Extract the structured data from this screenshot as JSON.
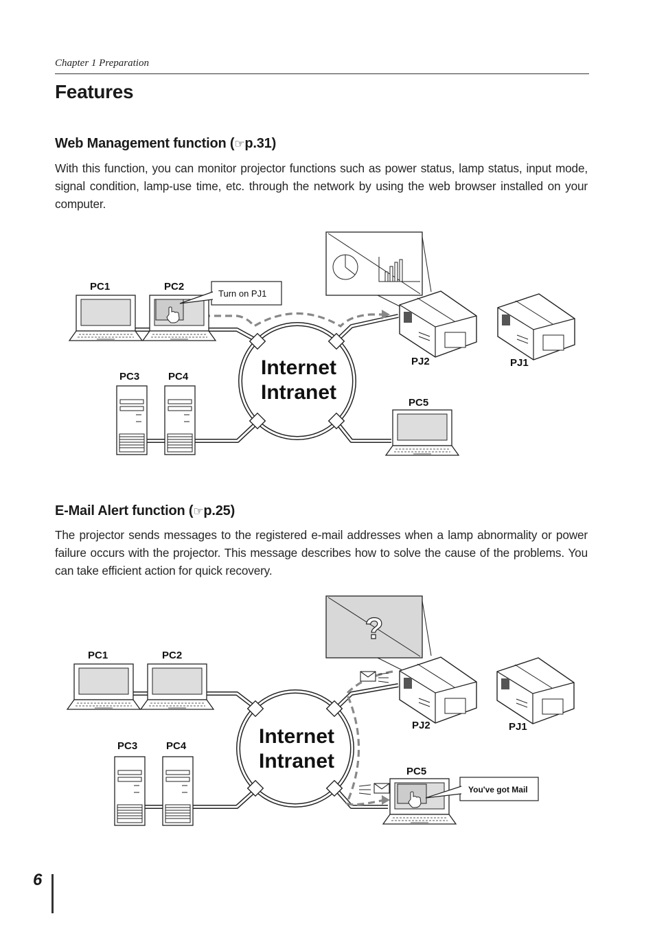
{
  "header": {
    "chapter": "Chapter 1 Preparation"
  },
  "page_title": "Features",
  "web_section": {
    "heading": "Web Management function (",
    "ref_icon": "pointing-hand-icon",
    "ref_page": "p.31)",
    "body": "With this function, you can monitor projector functions such as power status, lamp status, input mode, signal condition, lamp-use time, etc. through the network by using the web browser installed on your computer.",
    "diagram": {
      "network_line1": "Internet",
      "network_line2": "Intranet",
      "pc1": "PC1",
      "pc2": "PC2",
      "pc3": "PC3",
      "pc4": "PC4",
      "pc5": "PC5",
      "pj1": "PJ1",
      "pj2": "PJ2",
      "callout": "Turn on PJ1"
    }
  },
  "mail_section": {
    "heading": "E-Mail Alert function (",
    "ref_icon": "pointing-hand-icon",
    "ref_page": "p.25)",
    "body": "The projector sends messages to the registered e-mail addresses when a lamp abnormality or power failure occurs with the projector. This message describes how to solve the cause of the problems. You can take efficient action for quick recovery.",
    "diagram": {
      "network_line1": "Internet",
      "network_line2": "Intranet",
      "pc1": "PC1",
      "pc2": "PC2",
      "pc3": "PC3",
      "pc4": "PC4",
      "pc5": "PC5",
      "pj1": "PJ1",
      "pj2": "PJ2",
      "screen_symbol": "?",
      "callout": "You've got Mail"
    }
  },
  "page_number": "6"
}
